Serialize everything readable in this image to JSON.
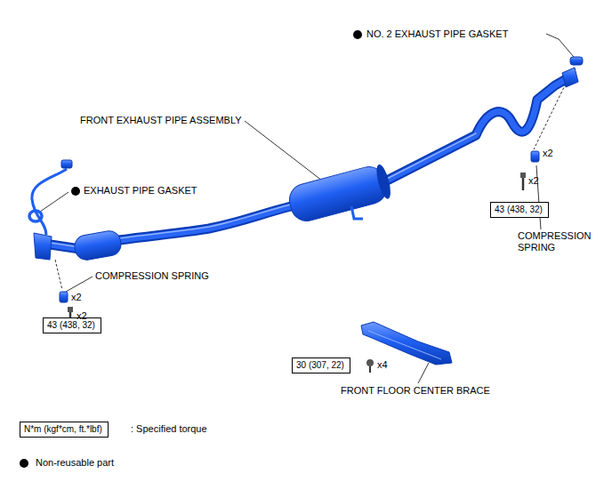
{
  "diagram": {
    "nodes": [
      {
        "text": [
          "43 (438, 32)"
        ]
      },
      {
        "text": [
          "43 (438, 32)"
        ]
      },
      {
        "text": [
          "30 (307, 22)"
        ]
      },
      {
        "text": [
          "N*m (kgf*cm, ft.*lbf)"
        ]
      }
    ],
    "labels": [
      "NO. 2 EXHAUST PIPE GASKET",
      "FRONT EXHAUST PIPE ASSEMBLY",
      "EXHAUST PIPE GASKET",
      "x2",
      "x2",
      "COMPRESSION SPRING",
      "COMPRESSION SPRING",
      "x2",
      "x2",
      "FRONT FLOOR CENTER BRACE",
      "x4",
      ": Specified torque"
    ],
    "legend": [
      {
        "text": "Non-reusable part"
      }
    ]
  }
}
